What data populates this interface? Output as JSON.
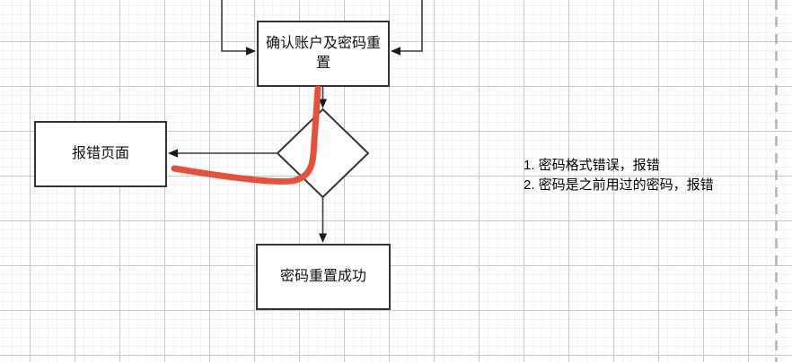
{
  "canvas": {
    "kind": "flowchart-grid-canvas",
    "background_color": "#ffffff",
    "grid_minor_color": "#f4f1f1",
    "grid_major_color": "#c9c9c9",
    "page_break_color": "#b3b3b3"
  },
  "nodes": {
    "confirm": {
      "shape": "rectangle",
      "label": "确认账户及密码重置"
    },
    "decision": {
      "shape": "diamond",
      "label": ""
    },
    "error_page": {
      "shape": "rectangle",
      "label": "报错页面"
    },
    "success": {
      "shape": "rectangle",
      "label": "密码重置成功"
    }
  },
  "edges": [
    {
      "name": "edge-top-left-into-confirm",
      "direction": "down-then-right",
      "arrow": "into confirm left side"
    },
    {
      "name": "edge-top-right-into-confirm",
      "direction": "down-then-left",
      "arrow": "into confirm right side"
    },
    {
      "name": "edge-confirm-to-decision",
      "direction": "down"
    },
    {
      "name": "edge-decision-to-error-page",
      "direction": "left"
    },
    {
      "name": "edge-decision-to-success",
      "direction": "down"
    }
  ],
  "annotations": {
    "notes": [
      "1. 密码格式错误，报错",
      "2. 密码是之前用过的密码，报错"
    ],
    "highlight_stroke_color": "#e8503a",
    "highlight_description": "hand-drawn red stroke from confirm box through decision diamond curving toward error page box"
  }
}
